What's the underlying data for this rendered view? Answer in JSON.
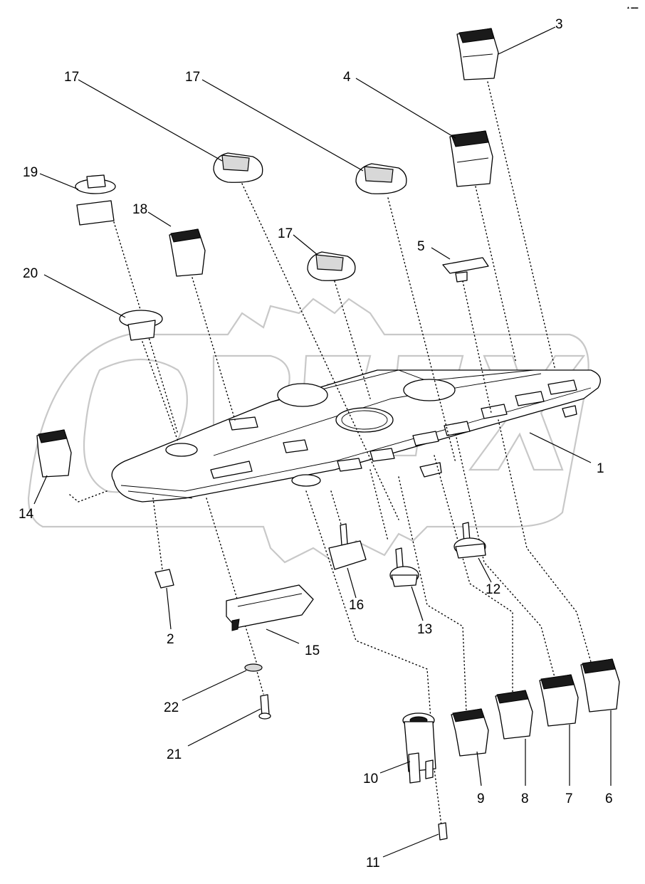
{
  "corner_note": "▲ ▬▬",
  "callouts": {
    "c1": "1",
    "c2": "2",
    "c3": "3",
    "c4": "4",
    "c5": "5",
    "c6": "6",
    "c7": "7",
    "c8": "8",
    "c9": "9",
    "c10": "10",
    "c11": "11",
    "c12": "12",
    "c13": "13",
    "c14": "14",
    "c15": "15",
    "c16": "16",
    "c17a": "17",
    "c17b": "17",
    "c17c": "17",
    "c18": "18",
    "c19": "19",
    "c20": "20",
    "c21": "21",
    "c22": "22"
  },
  "colors": {
    "line": "#000000",
    "watermark": "#c8c8c8",
    "background": "#ffffff"
  }
}
